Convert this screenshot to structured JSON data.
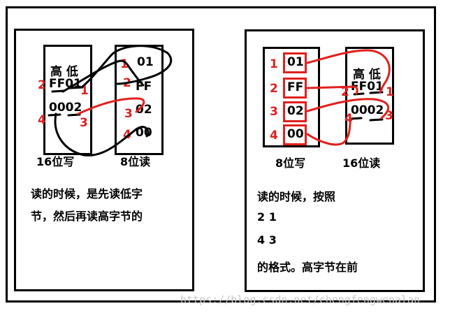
{
  "left": {
    "sixteen_bit": {
      "header": "高 低",
      "row1": "FF01",
      "row2": "0002"
    },
    "eight_bit": {
      "cells": [
        "01",
        "FF",
        "02",
        "00"
      ],
      "labels": [
        "1",
        "2",
        "3",
        "4"
      ]
    },
    "pair_labels": [
      "2",
      "1",
      "4",
      "3"
    ],
    "caption_16": "16位写",
    "caption_8": "8位读",
    "description_lines": [
      "读的时候，是先读低字",
      "节，然后再读高字节的"
    ]
  },
  "right": {
    "eight_bit": {
      "cells": [
        "01",
        "FF",
        "02",
        "00"
      ],
      "labels": [
        "1",
        "2",
        "3",
        "4"
      ]
    },
    "sixteen_bit": {
      "header": "高 低",
      "row1": "FF01",
      "row2": "0002"
    },
    "pair_labels": [
      "2",
      "1",
      "4",
      "3"
    ],
    "caption_8": "8位写",
    "caption_16": "16位读",
    "description_lines": [
      "读的时候，按照",
      "2  1",
      "4  3",
      "的格式。高字节在前"
    ]
  },
  "watermark": "https://blog.csdn.net/chengfengwenalan",
  "colors": {
    "accent_red": "#e0201e",
    "ink": "#000000"
  }
}
